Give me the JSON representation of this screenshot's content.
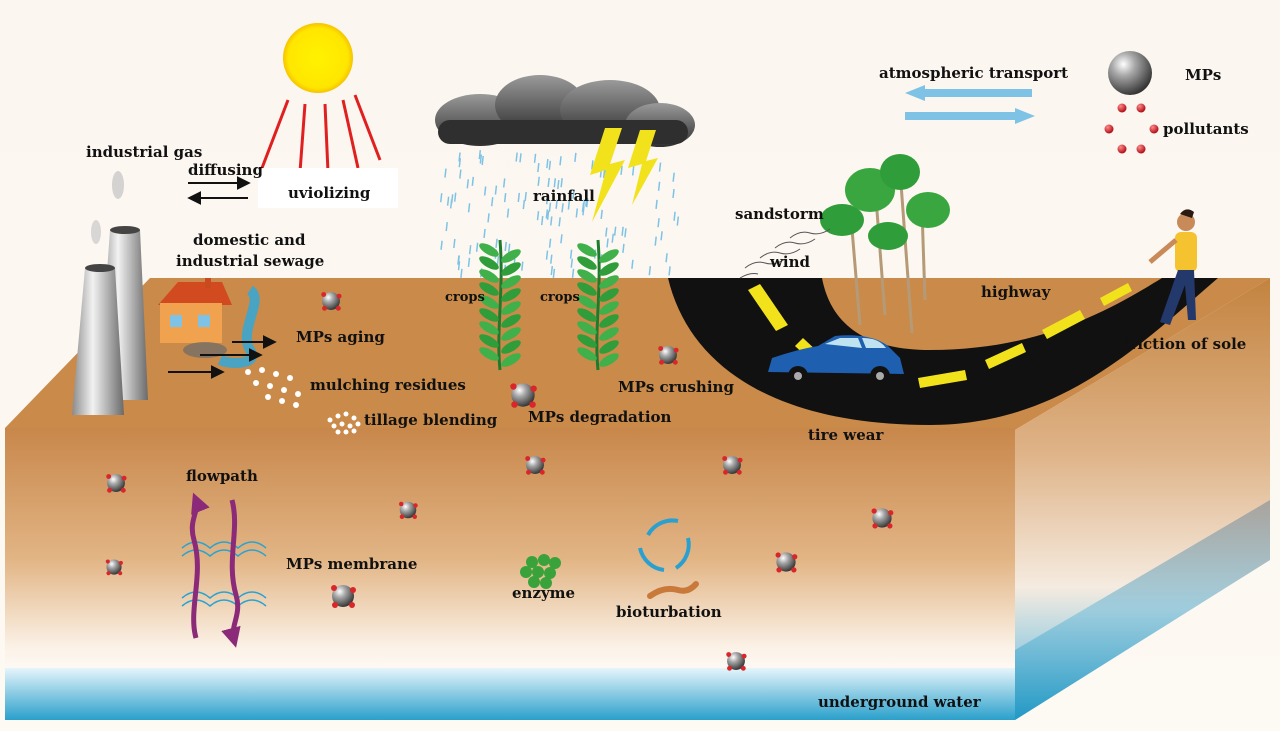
{
  "labels": {
    "industrial_gas": "industrial gas",
    "diffusing": "diffusing",
    "uviolizing": "uviolizing",
    "domestic_sewage_line1": "domestic and",
    "domestic_sewage_line2": "industrial sewage",
    "rainfall": "rainfall",
    "crops_left": "crops",
    "crops_right": "crops",
    "mps_aging": "MPs aging",
    "mulching_residues": "mulching residues",
    "tillage_blending": "tillage blending",
    "mps_degradation": "MPs degradation",
    "mps_crushing": "MPs crushing",
    "sandstorm": "sandstorm",
    "wind": "wind",
    "highway": "highway",
    "friction_of_sole": "friction of sole",
    "tire_wear": "tire wear",
    "flowpath": "flowpath",
    "mps_membrane": "MPs membrane",
    "enzyme": "enzyme",
    "bioturbation": "bioturbation",
    "underground_water": "underground water"
  },
  "legend": {
    "atmospheric_transport": "atmospheric transport",
    "mps": "MPs",
    "pollutants": "pollutants"
  },
  "colors": {
    "soil_top": "#c98a4a",
    "soil_front": "#c8874b",
    "groundwater": "#3aa6cf",
    "road": "#111111",
    "road_marking": "#f2e21b",
    "car": "#1f5fb0",
    "sun": "#ffe600",
    "sun_rays": "#e02020",
    "arrow_transport": "#7ec3e6",
    "flow_arrow": "#8a2a78",
    "particle": "#8c8c8c",
    "pollutant_dot": "#d8262a",
    "plant": "#2f9d3a",
    "enzyme": "#3aa23a"
  }
}
